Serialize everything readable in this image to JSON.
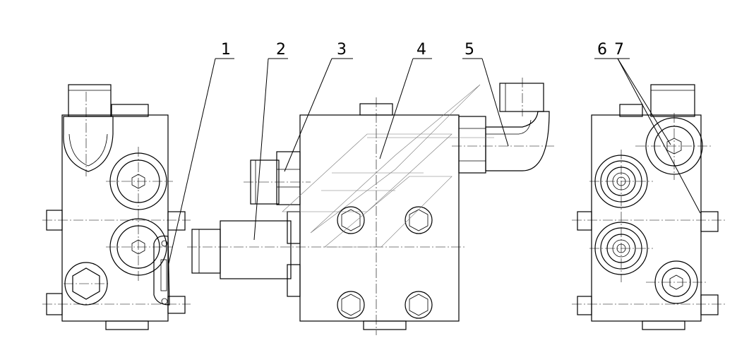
{
  "callouts": [
    {
      "label": "1"
    },
    {
      "label": "2"
    },
    {
      "label": "3"
    },
    {
      "label": "4"
    },
    {
      "label": "5"
    },
    {
      "label": "6"
    },
    {
      "label": "7"
    }
  ]
}
